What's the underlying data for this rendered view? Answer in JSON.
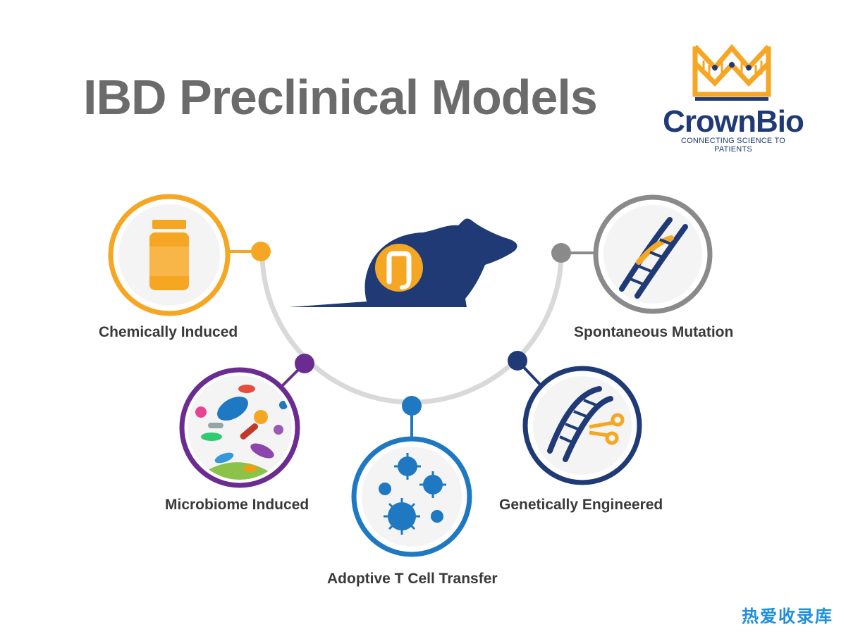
{
  "title": "IBD Preclinical Models",
  "logo": {
    "name": "CrownBio",
    "tagline": "CONNECTING SCIENCE TO PATIENTS",
    "icon": "crown-dna-icon"
  },
  "colors": {
    "orange": "#f5a623",
    "purple": "#6a2c91",
    "blue": "#1e78c2",
    "navy": "#1f3a75",
    "gray": "#8a8a8a",
    "arc": "#d9d9d9",
    "title": "#6b6b6b"
  },
  "center": {
    "icon": "mouse-colon-icon"
  },
  "models": [
    {
      "id": "chemically-induced",
      "label": "Chemically Induced",
      "icon": "pill-bottle-icon",
      "color": "#f5a623"
    },
    {
      "id": "microbiome-induced",
      "label": "Microbiome Induced",
      "icon": "bacteria-icon",
      "color": "#6a2c91"
    },
    {
      "id": "adoptive-t-cell-transfer",
      "label": "Adoptive T Cell Transfer",
      "icon": "t-cell-icon",
      "color": "#1e78c2"
    },
    {
      "id": "genetically-engineered",
      "label": "Genetically Engineered",
      "icon": "dna-scissors-icon",
      "color": "#1f3a75"
    },
    {
      "id": "spontaneous-mutation",
      "label": "Spontaneous Mutation",
      "icon": "dna-icon",
      "color": "#8a8a8a"
    }
  ],
  "watermark": "热爱收录库"
}
